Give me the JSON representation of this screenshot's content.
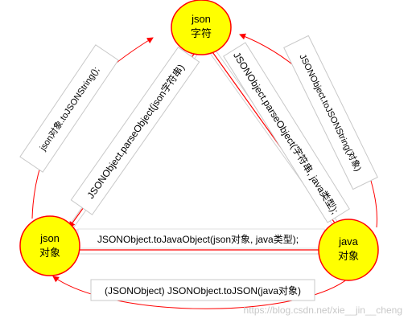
{
  "nodes": {
    "json_string": {
      "line1": "json",
      "line2": "字符"
    },
    "json_object": {
      "line1": "json",
      "line2": "对象"
    },
    "java_object": {
      "line1": "java",
      "line2": "对象"
    }
  },
  "labels": {
    "to_json_string_from_object": "json对象.toJSONString();",
    "parse_object": "JSONObject.parseObject(json字符串)",
    "parse_object_typed": "JSONObject.parseObject(字符串, java类型);",
    "to_json_string_from_java": "JSONObject.toJSONString(对象)",
    "to_java_object": "JSONObject.toJavaObject(json对象, java类型);",
    "to_json": "(JSONObject) JSONObject.toJSON(java对象)"
  },
  "watermark": "https://blog.csdn.net/xie__jin__cheng",
  "colors": {
    "node_fill": "#ffff00",
    "node_stroke": "#ff0000",
    "arrow": "#ff0000",
    "label_border": "#c8c8c8",
    "triangle_edge": "#d0d0d0",
    "watermark": "#c8c8c8"
  }
}
